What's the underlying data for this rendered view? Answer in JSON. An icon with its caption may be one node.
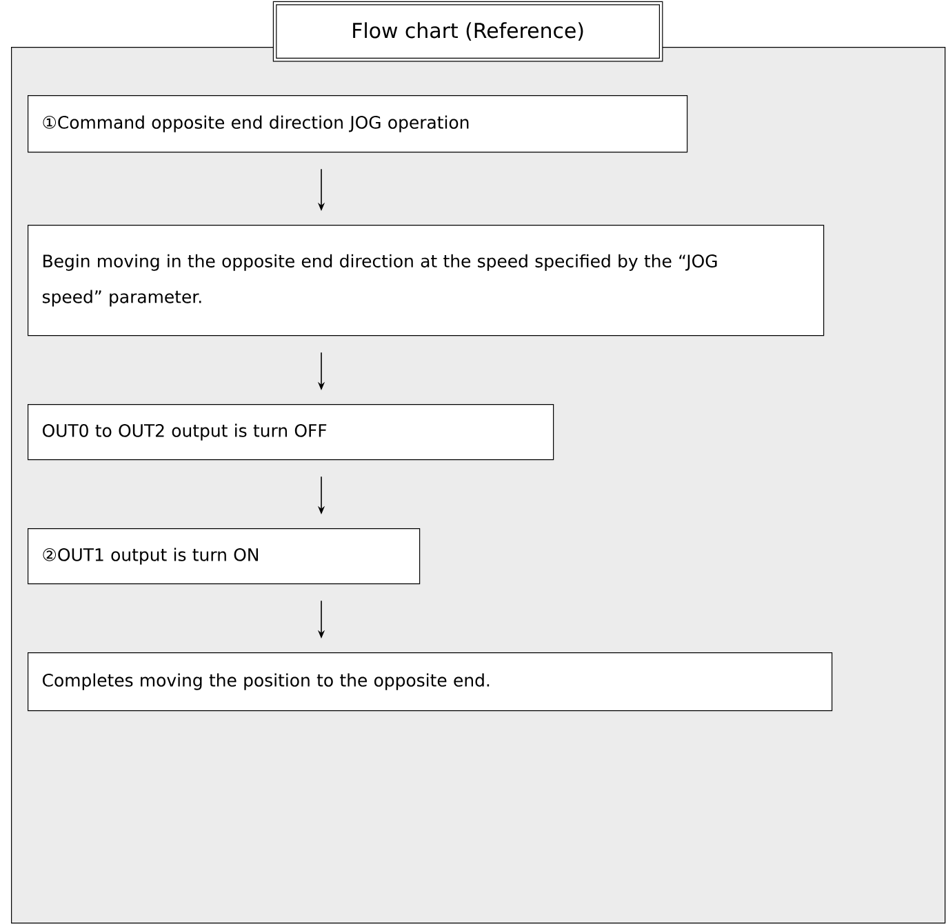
{
  "diagram": {
    "nodes": [
      {
        "text": [
          "Flow chart (Reference)"
        ]
      },
      {
        "text": [],
        "shape": "box"
      },
      {
        "text": [
          "①Command opposite end direction JOG operation"
        ],
        "in": 1
      },
      {
        "text": [
          "Begin moving in the opposite end direction at the speed specified by the “JOG speed” parameter."
        ],
        "in": 1
      },
      {
        "text": [
          "OUT0 to OUT2 output is turn OFF"
        ],
        "in": 1
      },
      {
        "text": [
          "②OUT1 output is turn ON"
        ],
        "in": 1
      },
      {
        "text": [
          "Completes moving the position to the opposite end."
        ],
        "in": 1
      }
    ],
    "edges": [
      {
        "from": 2,
        "to": 3,
        "arrow": "to"
      },
      {
        "from": 3,
        "to": 4,
        "arrow": "to"
      },
      {
        "from": 4,
        "to": 5,
        "arrow": "to"
      },
      {
        "from": 5,
        "to": 6,
        "arrow": "to"
      }
    ]
  }
}
